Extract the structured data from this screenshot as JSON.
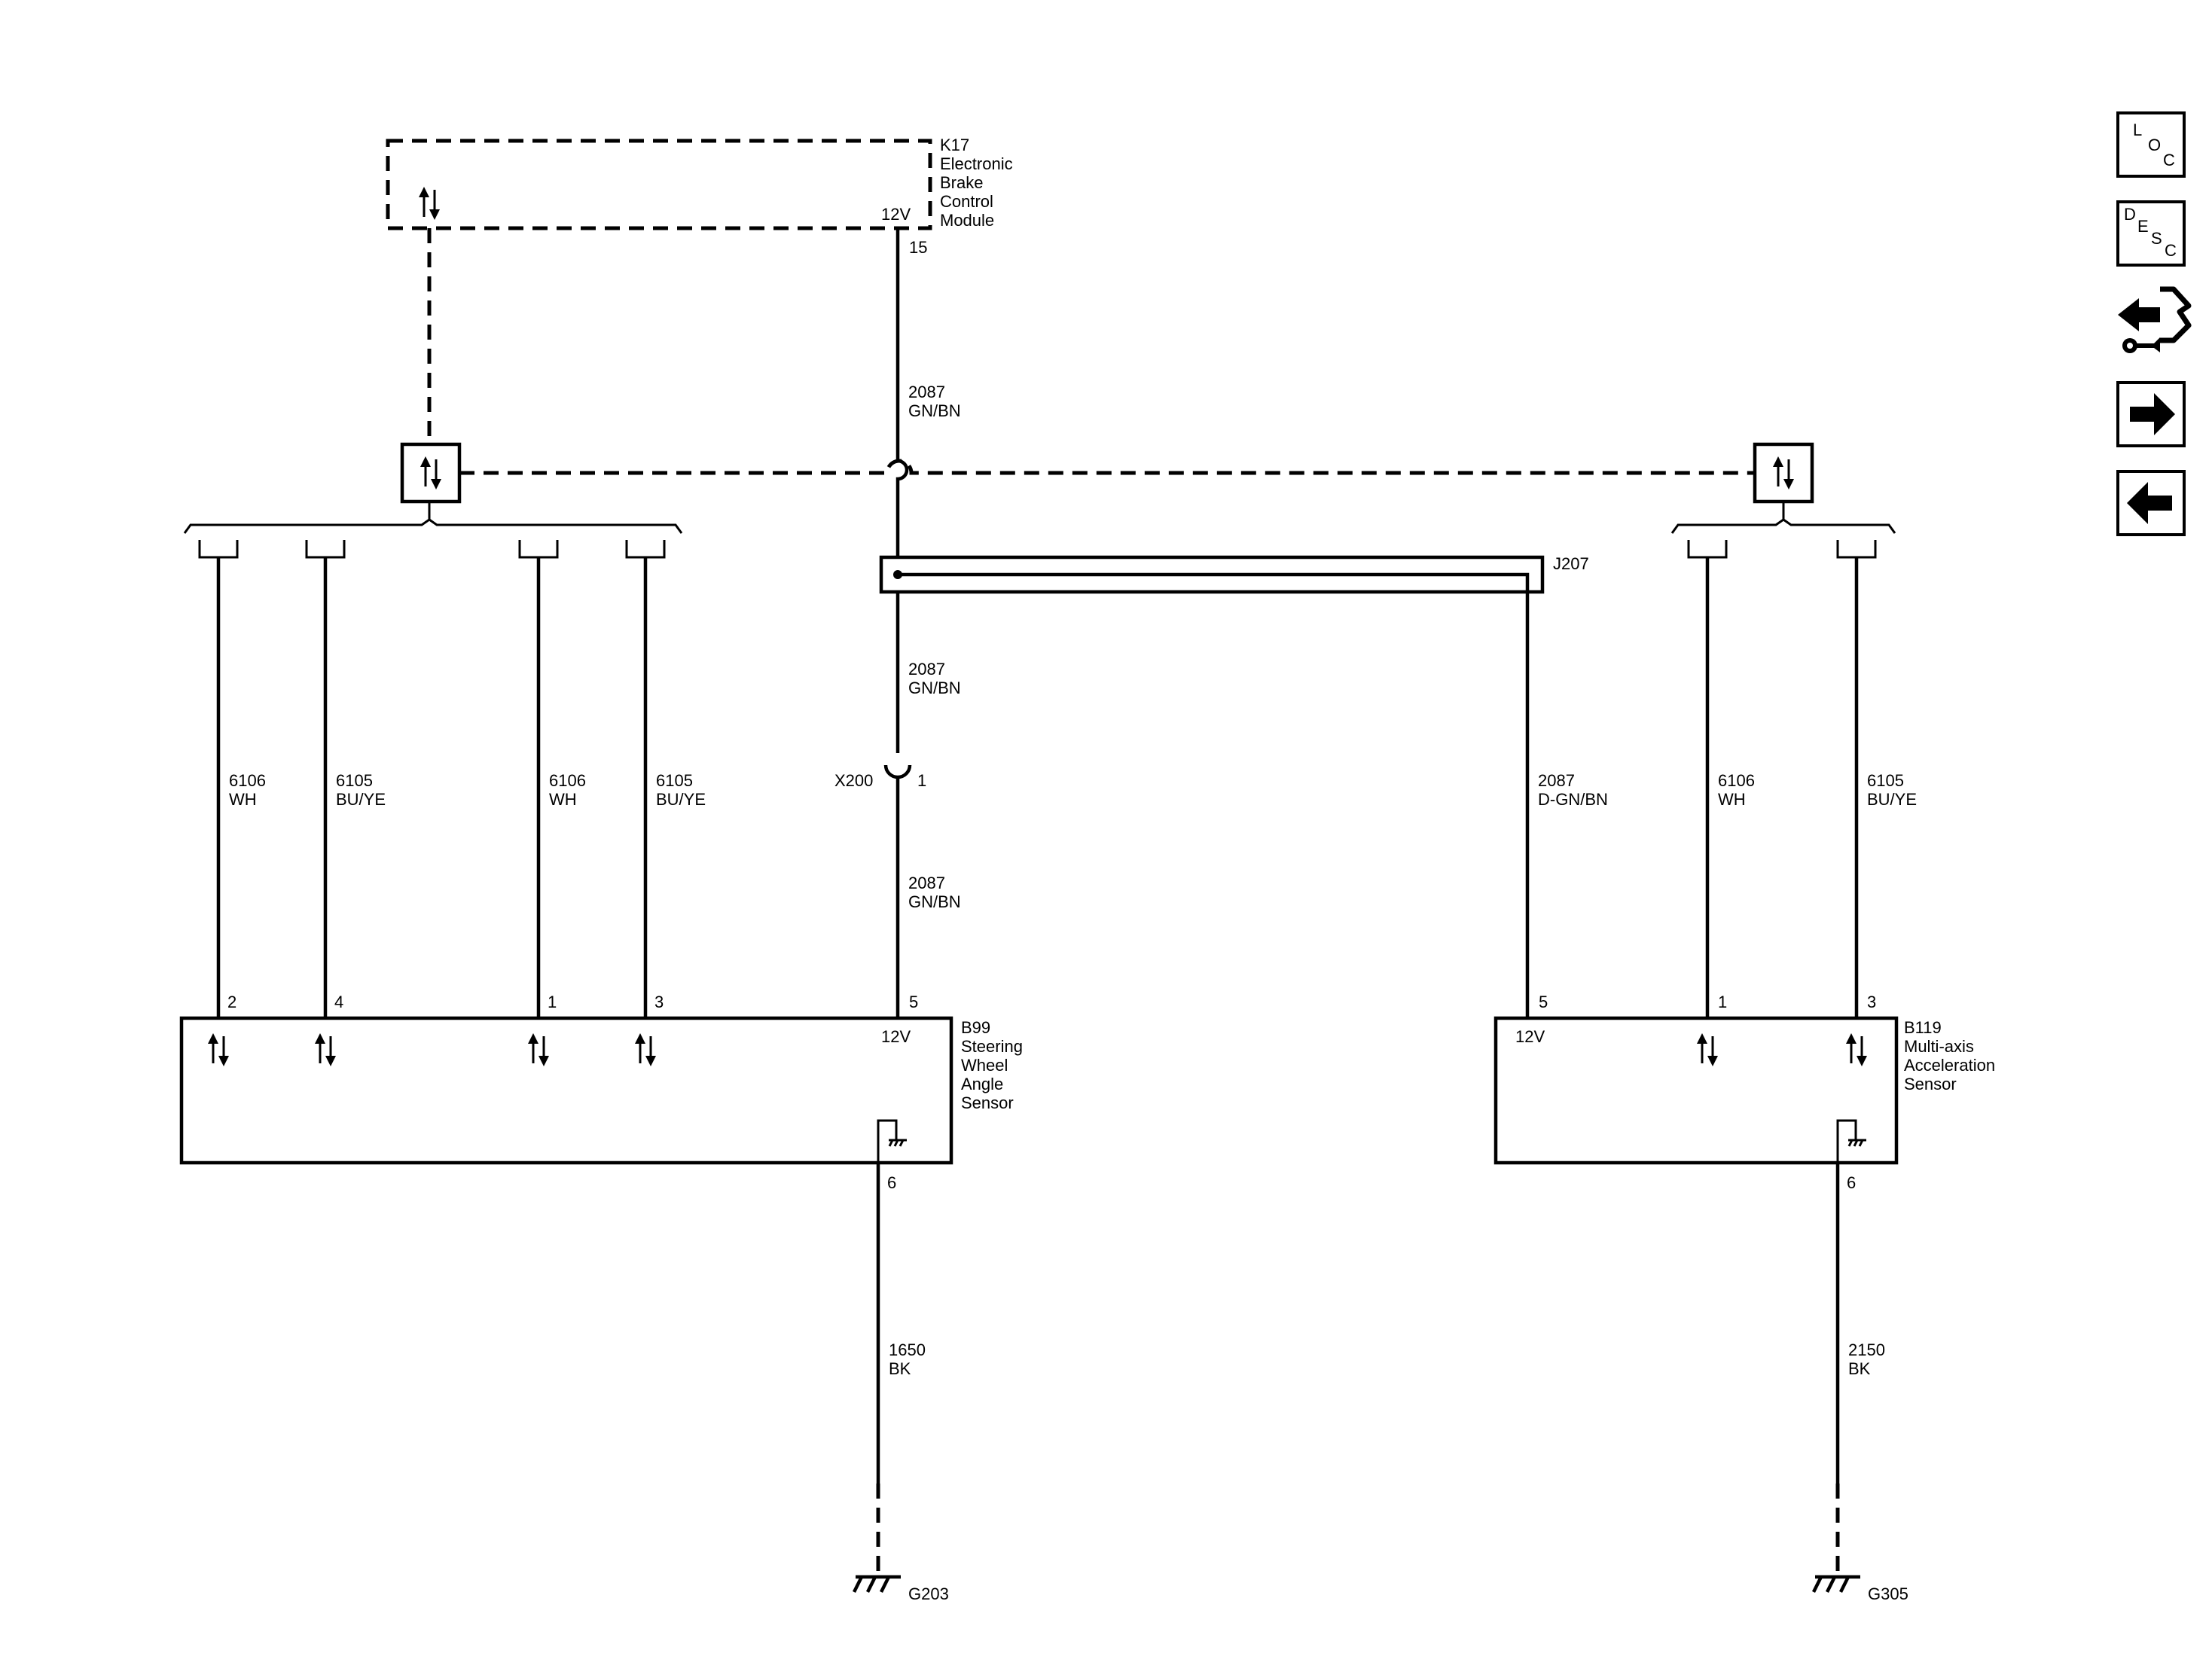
{
  "modules": {
    "k17": {
      "ref": "K17",
      "name_lines": [
        "Electronic",
        "Brake",
        "Control",
        "Module"
      ],
      "voltage": "12V",
      "pin": "15"
    },
    "b99": {
      "ref": "B99",
      "name_lines": [
        "Steering",
        "Wheel",
        "Angle",
        "Sensor"
      ],
      "voltage": "12V",
      "pins": [
        "2",
        "4",
        "1",
        "3",
        "5",
        "6"
      ]
    },
    "b119": {
      "ref": "B119",
      "name_lines": [
        "Multi-axis",
        "Acceleration",
        "Sensor"
      ],
      "voltage": "12V",
      "pins": [
        "5",
        "1",
        "3",
        "6"
      ]
    }
  },
  "splice": {
    "ref": "J207"
  },
  "connector": {
    "ref": "X200",
    "pin": "1"
  },
  "grounds": [
    "G203",
    "G305"
  ],
  "wires": {
    "k17_out": {
      "circuit": "2087",
      "color": "GN/BN"
    },
    "j207_to_x200": {
      "circuit": "2087",
      "color": "GN/BN"
    },
    "x200_to_b99": {
      "circuit": "2087",
      "color": "GN/BN"
    },
    "j207_to_b119": {
      "circuit": "2087",
      "color": "D-GN/BN"
    },
    "b99_pin2": {
      "circuit": "6106",
      "color": "WH"
    },
    "b99_pin4": {
      "circuit": "6105",
      "color": "BU/YE"
    },
    "b99_pin1": {
      "circuit": "6106",
      "color": "WH"
    },
    "b99_pin3": {
      "circuit": "6105",
      "color": "BU/YE"
    },
    "b119_pin1": {
      "circuit": "6106",
      "color": "WH"
    },
    "b119_pin3": {
      "circuit": "6105",
      "color": "BU/YE"
    },
    "b99_ground": {
      "circuit": "1650",
      "color": "BK"
    },
    "b119_ground": {
      "circuit": "2150",
      "color": "BK"
    }
  },
  "side_nav": {
    "loc": {
      "letters": [
        "L",
        "O",
        "C"
      ]
    },
    "desc": {
      "letters": [
        "D",
        "E",
        "S",
        "C"
      ]
    },
    "icons": [
      "connector-tools-icon",
      "arrow-right-icon",
      "arrow-left-icon"
    ]
  }
}
